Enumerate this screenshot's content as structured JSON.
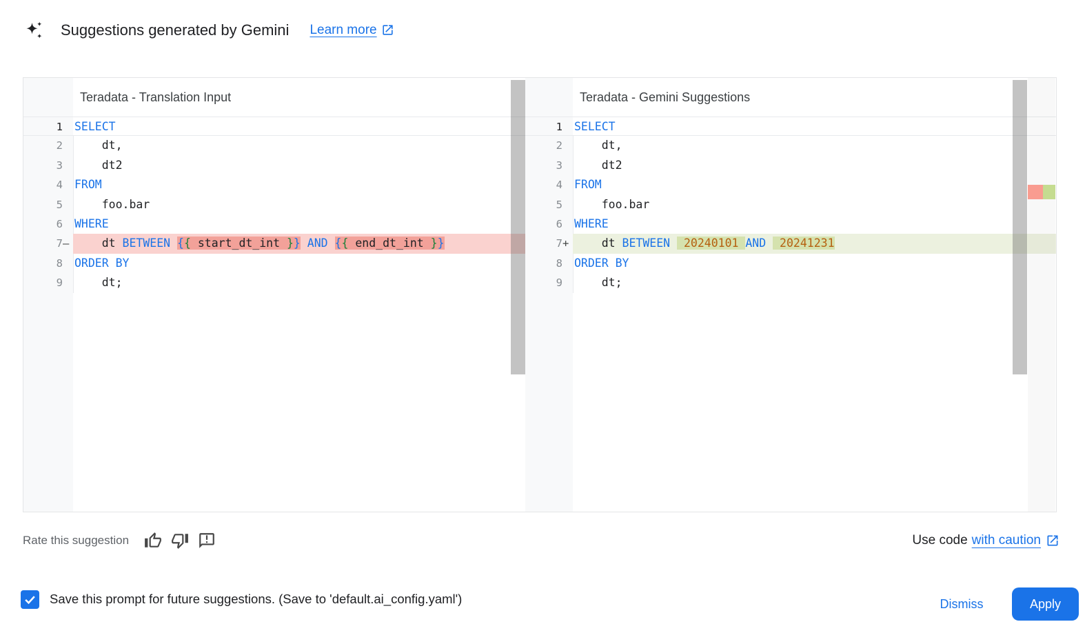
{
  "header": {
    "title": "Suggestions generated by Gemini",
    "learn_more_label": "Learn more"
  },
  "colors": {
    "kw": "#1a73e8",
    "pl": "#202124",
    "num": "#b5600f",
    "bo": "#1a73e8",
    "bi": "#188038",
    "removed_line_bg": "#fad2cf",
    "removed_word_bg": "#f2a199",
    "added_line_bg": "#ecf1df",
    "added_word_bg": "#d5e2ae",
    "accent_blue": "#1a73e8"
  },
  "icons": [
    "gemini-sparkle-icon",
    "external-link-icon",
    "thumb-up-icon",
    "thumb-down-icon",
    "feedback-icon",
    "checkbox-check-icon"
  ],
  "editors": [
    {
      "title": "Teradata - Translation Input",
      "lines": [
        {
          "num": "1",
          "active": true,
          "tokens": [
            {
              "t": "SELECT",
              "c": "kw"
            }
          ]
        },
        {
          "num": "2",
          "tokens": [
            {
              "t": "    dt,",
              "c": "pl"
            }
          ]
        },
        {
          "num": "3",
          "tokens": [
            {
              "t": "    dt2",
              "c": "pl"
            }
          ]
        },
        {
          "num": "4",
          "tokens": [
            {
              "t": "FROM",
              "c": "kw"
            }
          ]
        },
        {
          "num": "5",
          "tokens": [
            {
              "t": "    foo.bar",
              "c": "pl"
            }
          ]
        },
        {
          "num": "6",
          "tokens": [
            {
              "t": "WHERE",
              "c": "kw"
            }
          ]
        },
        {
          "num": "7",
          "marker": "–",
          "diff": "removed",
          "tokens": [
            {
              "t": "    dt ",
              "c": "pl"
            },
            {
              "t": "BETWEEN",
              "c": "kw"
            },
            {
              "t": " ",
              "c": "pl"
            },
            {
              "t": "{",
              "c": "bo",
              "hl": true
            },
            {
              "t": "{",
              "c": "bi",
              "hl": true
            },
            {
              "t": " start_dt_int ",
              "c": "pl",
              "hl": true
            },
            {
              "t": "}",
              "c": "bi",
              "hl": true
            },
            {
              "t": "}",
              "c": "bo",
              "hl": true
            },
            {
              "t": " ",
              "c": "pl"
            },
            {
              "t": "AND",
              "c": "kw"
            },
            {
              "t": " ",
              "c": "pl"
            },
            {
              "t": "{",
              "c": "bo",
              "hl": true
            },
            {
              "t": "{",
              "c": "bi",
              "hl": true
            },
            {
              "t": " end_dt_int ",
              "c": "pl",
              "hl": true
            },
            {
              "t": "}",
              "c": "bi",
              "hl": true
            },
            {
              "t": "}",
              "c": "bo",
              "hl": true
            }
          ]
        },
        {
          "num": "8",
          "tokens": [
            {
              "t": "ORDER BY",
              "c": "kw"
            }
          ]
        },
        {
          "num": "9",
          "tokens": [
            {
              "t": "    dt;",
              "c": "pl"
            }
          ]
        }
      ]
    },
    {
      "title": "Teradata - Gemini Suggestions",
      "lines": [
        {
          "num": "1",
          "active": true,
          "tokens": [
            {
              "t": "SELECT",
              "c": "kw"
            }
          ]
        },
        {
          "num": "2",
          "tokens": [
            {
              "t": "    dt,",
              "c": "pl"
            }
          ]
        },
        {
          "num": "3",
          "tokens": [
            {
              "t": "    dt2",
              "c": "pl"
            }
          ]
        },
        {
          "num": "4",
          "tokens": [
            {
              "t": "FROM",
              "c": "kw"
            }
          ]
        },
        {
          "num": "5",
          "tokens": [
            {
              "t": "    foo.bar",
              "c": "pl"
            }
          ]
        },
        {
          "num": "6",
          "tokens": [
            {
              "t": "WHERE",
              "c": "kw"
            }
          ]
        },
        {
          "num": "7",
          "marker": "+",
          "diff": "added",
          "tokens": [
            {
              "t": "    dt ",
              "c": "pl"
            },
            {
              "t": "BETWEEN",
              "c": "kw"
            },
            {
              "t": " ",
              "c": "pl"
            },
            {
              "t": " 20240101 ",
              "c": "num",
              "hl": true
            },
            {
              "t": "AND",
              "c": "kw"
            },
            {
              "t": " ",
              "c": "pl"
            },
            {
              "t": " 20241231",
              "c": "num",
              "hl": true
            }
          ]
        },
        {
          "num": "8",
          "tokens": [
            {
              "t": "ORDER BY",
              "c": "kw"
            }
          ]
        },
        {
          "num": "9",
          "tokens": [
            {
              "t": "    dt;",
              "c": "pl"
            }
          ]
        }
      ]
    }
  ],
  "footer": {
    "rate_label": "Rate this suggestion",
    "use_code_prefix": "Use code",
    "use_code_link": "with caution"
  },
  "bottom_bar": {
    "checkbox_checked": true,
    "save_label": "Save this prompt for future suggestions. (Save to 'default.ai_config.yaml')",
    "dismiss_label": "Dismiss",
    "apply_label": "Apply"
  }
}
